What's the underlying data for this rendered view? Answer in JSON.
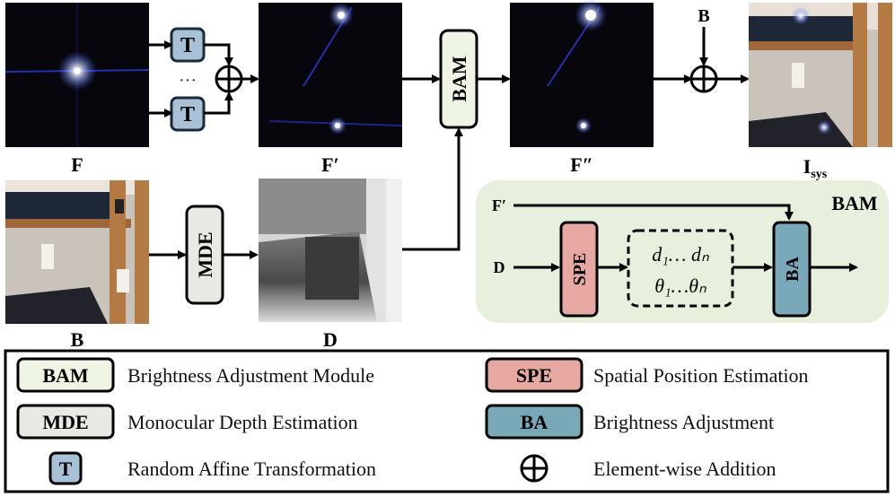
{
  "images": {
    "F": "F",
    "F_prime": "F′",
    "F_dprime": "F″",
    "I_sys_main": "I",
    "I_sys_sub": "sys",
    "B": "B",
    "D": "D"
  },
  "blocks": {
    "T": "T",
    "dots": "···",
    "BAM": "BAM",
    "MDE": "MDE",
    "B_input": "B"
  },
  "bam_panel": {
    "title": "BAM",
    "input_F_prime": "F′",
    "input_D": "D",
    "SPE": "SPE",
    "BA": "BA",
    "params_row1": "d₁… dₙ",
    "params_row2": "θ₁…θₙ"
  },
  "legend": [
    {
      "box": "BAM",
      "text": "Brightness Adjustment Module",
      "color": "#eef5e4"
    },
    {
      "box": "SPE",
      "text": "Spatial Position Estimation",
      "color": "#e8a8a2"
    },
    {
      "box": "MDE",
      "text": "Monocular Depth Estimation",
      "color": "#eae8e3"
    },
    {
      "box": "BA",
      "text": "Brightness Adjustment",
      "color": "#79a9b8"
    },
    {
      "box": "T",
      "text": "Random Affine Transformation",
      "color": "#a9c1d6"
    },
    {
      "box": "circle-plus-icon",
      "text": "Element-wise Addition"
    }
  ]
}
